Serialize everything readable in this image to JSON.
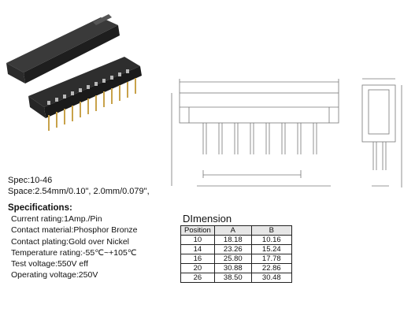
{
  "spec": {
    "range": "Spec:10-46",
    "spacing": "Space:2.54mm/0.10\", 2.0mm/0.079\","
  },
  "specifications": {
    "heading": "Specifications:",
    "items": [
      "Current rating:1Amp./Pin",
      "Contact material:Phosphor Bronze",
      "Contact plating:Gold over Nickel",
      "Temperature rating:-55℃~+105℃",
      "Test voltage:550V eff",
      "Operating voltage:250V"
    ]
  },
  "dimension": {
    "title": "DImension",
    "headers": [
      "Position",
      "A",
      "B"
    ],
    "rows": [
      [
        "10",
        "18.18",
        "10.16"
      ],
      [
        "14",
        "23.26",
        "15.24"
      ],
      [
        "16",
        "25.80",
        "17.78"
      ],
      [
        "20",
        "30.88",
        "22.86"
      ],
      [
        "26",
        "38.50",
        "30.48"
      ]
    ]
  },
  "colors": {
    "connector_body": "#262626",
    "pin_gold": "#c8a24a",
    "drawing_line": "#777777"
  }
}
